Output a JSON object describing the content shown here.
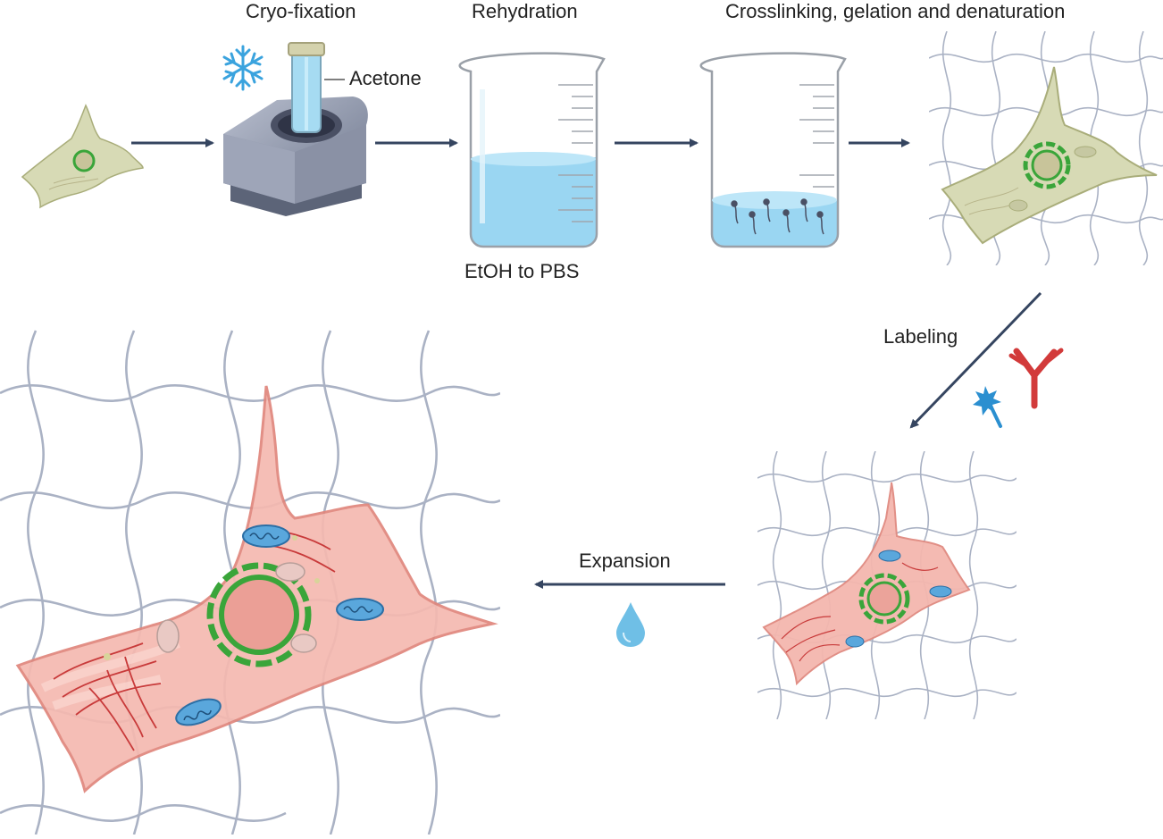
{
  "steps": {
    "cryo_fixation": "Cryo-fixation",
    "rehydration": "Rehydration",
    "crosslinking": "Crosslinking, gelation and denaturation",
    "labeling": "Labeling",
    "expansion": "Expansion"
  },
  "annotations": {
    "acetone": "Acetone",
    "etoh_to_pbs": "EtOH to PBS"
  },
  "colors": {
    "arrow": "#354560",
    "gel_mesh": "#a9b1c3",
    "cell_fixed": "#d4d7b0",
    "cell_labeled": "#f2b0a8",
    "nucleus_ring": "#3aa53a",
    "liquid": "#8fd0ee",
    "antibody": "#d23a3a",
    "fluorophore": "#2b8fd0",
    "water_drop": "#5fb6e2"
  },
  "icons": [
    "snowflake-icon",
    "antibody-icon",
    "fluorophore-icon",
    "water-drop-icon"
  ]
}
